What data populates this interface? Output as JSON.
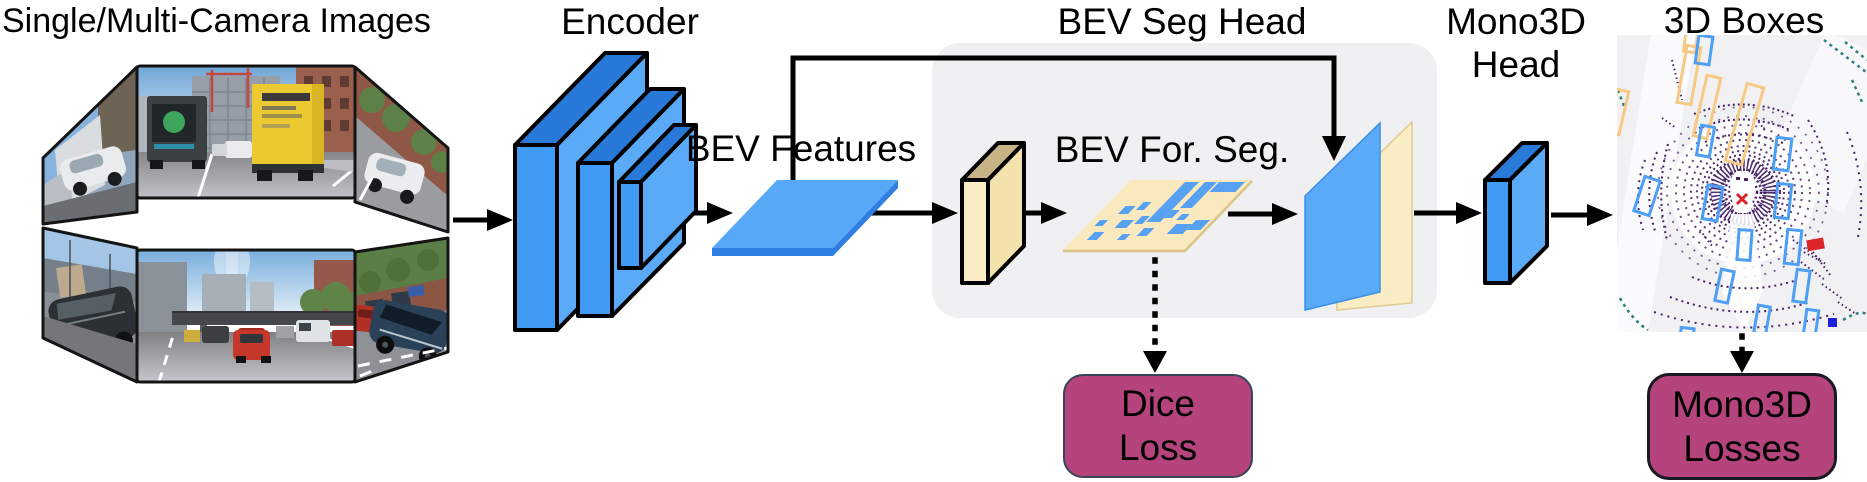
{
  "figure": {
    "titles": {
      "images": "Single/Multi-Camera Images",
      "encoder": "Encoder",
      "bev_features": "BEV Features",
      "bev_seg_head": "BEV Seg Head",
      "bev_for_seg": "BEV For. Seg.",
      "mono3d_head_line1": "Mono3D",
      "mono3d_head_line2": "Head",
      "boxes_3d": "3D Boxes"
    },
    "loss_boxes": {
      "dice": {
        "line1": "Dice",
        "line2": "Loss"
      },
      "mono3d": {
        "line1": "Mono3D",
        "line2": "Losses"
      }
    },
    "colors": {
      "blue_front": "#3F9BF4",
      "blue_top": "#2879D8",
      "blue_side": "#5AAAF8",
      "plane_top": "#58A8F8",
      "plane_edge": "#2F7FE2",
      "tan_front": "#FBEDC3",
      "tan_top": "#C7B385",
      "tan_side": "#F4E2AC",
      "seg_plane": "#FAE9BE",
      "seg_patch": "#57A1F2",
      "gray_box": "#F0F0F2",
      "loss_fill": "#B5437C",
      "loss_border_dice": "#3B4358",
      "loss_border_mono": "#191922",
      "lidar_bg": "#F1F1F4",
      "lidar_purple": "#482367",
      "lidar_blue": "#4D9EF5",
      "lidar_orange": "#F6C985",
      "lidar_red": "#DD2428",
      "lidar_teal": "#2F7F7E"
    }
  }
}
